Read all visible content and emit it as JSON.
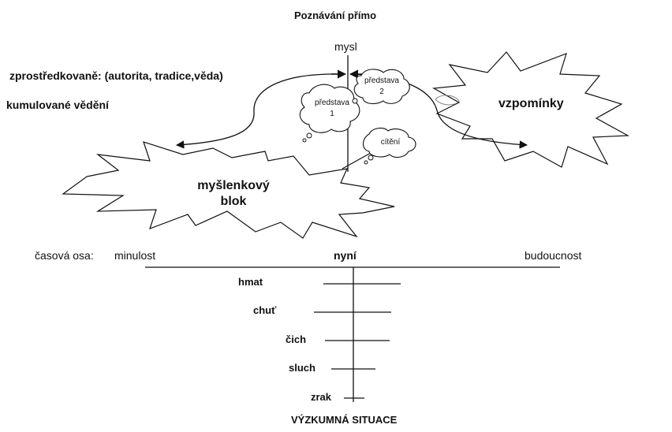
{
  "title_top": "Poznávání přímo",
  "title_bottom": "VÝZKUMNÁ SITUACE",
  "left_notes": {
    "mediated": "zprostředkovaně: (autorita, tradice,věda)",
    "accumulated": "kumulované vědění"
  },
  "mind_label": "mysl",
  "thought_bubbles": {
    "idea1_line1": "představa",
    "idea1_line2": "1",
    "idea2_line1": "představa",
    "idea2_line2": "2",
    "feeling": "cítění"
  },
  "stars": {
    "memories": "vzpomínky",
    "thought_block_line1": "myšlenkový",
    "thought_block_line2": "blok"
  },
  "timeline": {
    "label": "časová osa:",
    "past": "minulost",
    "now": "nyní",
    "future": "budoucnost"
  },
  "senses": [
    "hmat",
    "chuť",
    "čich",
    "sluch",
    "zrak"
  ]
}
